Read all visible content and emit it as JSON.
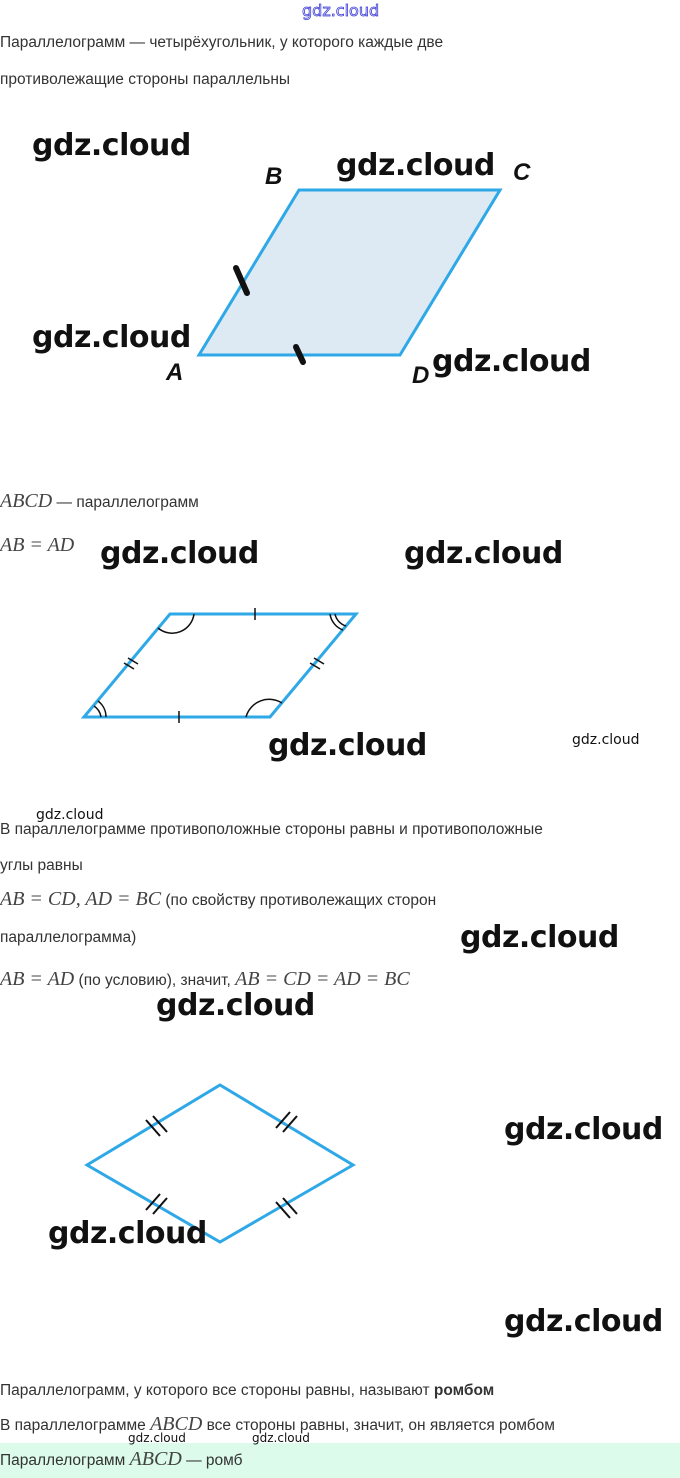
{
  "watermark": "gdz.cloud",
  "intro": {
    "line1": "Параллелограмм — четырёхугольник, у которого каждые две",
    "line2": "противолежащие стороны параллельны"
  },
  "figure1": {
    "labels": {
      "A": "A",
      "B": "B",
      "C": "C",
      "D": "D"
    },
    "fill": "#dde9f3",
    "stroke": "#2ea8e6"
  },
  "given": {
    "abcd": "ABCD",
    "parallelogram": " — параллелограмм",
    "eq": "AB = AD"
  },
  "prop": {
    "line1": "В параллелограмме противоположные стороны равны и противоположные",
    "line2": "углы равны",
    "eq1": "AB = CD, AD = BC",
    "note1": " (по свойству противолежащих сторон",
    "line3": "параллелограмма)",
    "eq2a": "AB = AD",
    "note2": " (по условию), значит, ",
    "eq2b": "AB = CD = AD = BC"
  },
  "conclusion": {
    "def_text": "Параллелограмм, у которого все стороны равны, называют ",
    "def_bold": "ромбом",
    "line2a": "В параллелограмме ",
    "abcd": "ABCD",
    "line2b": " все стороны равны, значит, он является ромбом",
    "answer_a": "Параллелограмм ",
    "answer_b": " — ромб"
  }
}
